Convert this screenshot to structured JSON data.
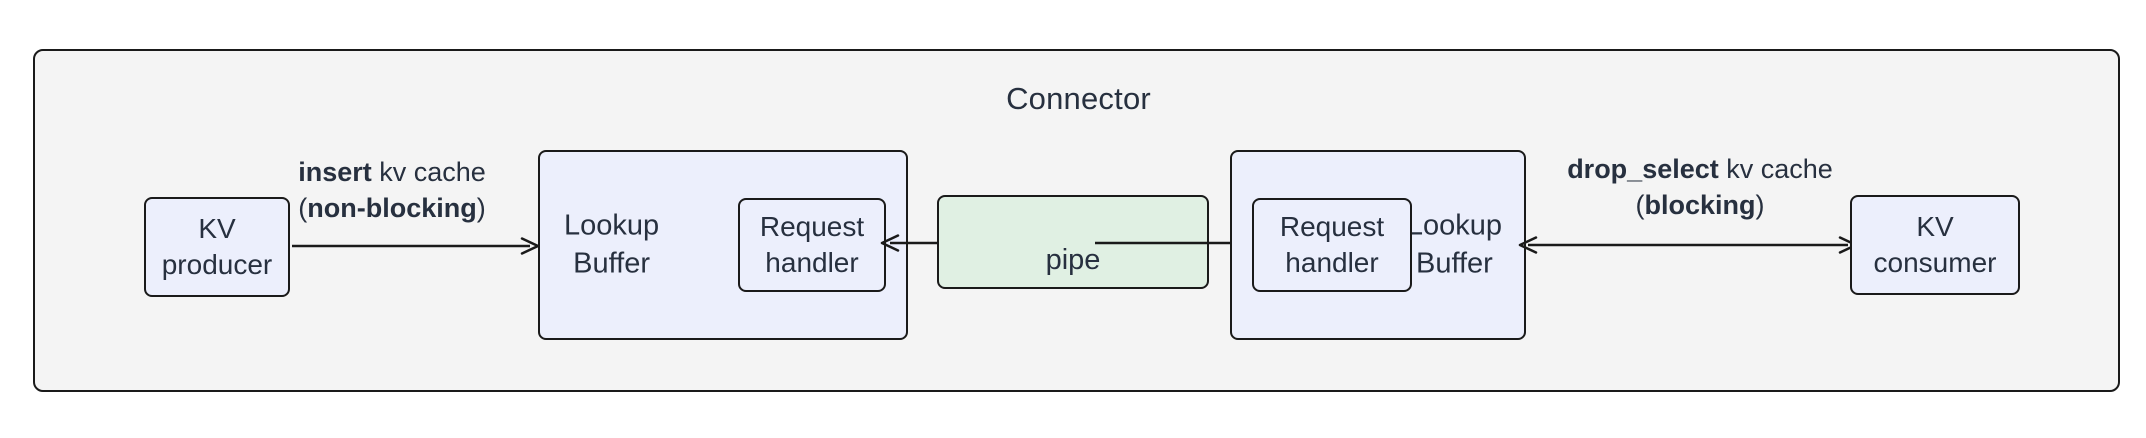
{
  "diagram": {
    "title": "Connector",
    "nodes": {
      "kv_producer": {
        "name": "KV producer",
        "line1": "KV",
        "line2": "producer",
        "fill": "#eceffc"
      },
      "kv_consumer": {
        "name": "KV consumer",
        "line1": "KV",
        "line2": "consumer",
        "fill": "#eceffc"
      },
      "lookup_buffer_left": {
        "line1": "Lookup",
        "line2": "Buffer",
        "fill": "#eceffc"
      },
      "lookup_buffer_right": {
        "line1": "Lookup",
        "line2": "Buffer",
        "fill": "#eceffc"
      },
      "request_handler_left": {
        "line1": "Request",
        "line2": "handler",
        "fill": "#eceffc"
      },
      "request_handler_right": {
        "line1": "Request",
        "line2": "handler",
        "fill": "#eceffc"
      },
      "pipe": {
        "label": "pipe",
        "fill": "#e0f0e3"
      }
    },
    "edges": {
      "insert": {
        "bold_text": "insert",
        "rest_text": " kv cache",
        "paren_open": "(",
        "mode_text": "non-blocking",
        "paren_close": ")",
        "direction": "right"
      },
      "drop_select": {
        "bold_text": "drop_select",
        "rest_text": " kv cache",
        "paren_open": "(",
        "mode_text": "blocking",
        "paren_close": ")",
        "direction": "both"
      },
      "pipe_to_left_handler": {
        "direction": "left"
      },
      "pipe_to_right_handler": {
        "direction": "right"
      }
    },
    "colors": {
      "container_fill": "#f4f4f4",
      "stroke": "#1a1a1a",
      "blue_fill": "#eceffc",
      "green_fill": "#e0f0e3",
      "text": "#27303f"
    }
  }
}
